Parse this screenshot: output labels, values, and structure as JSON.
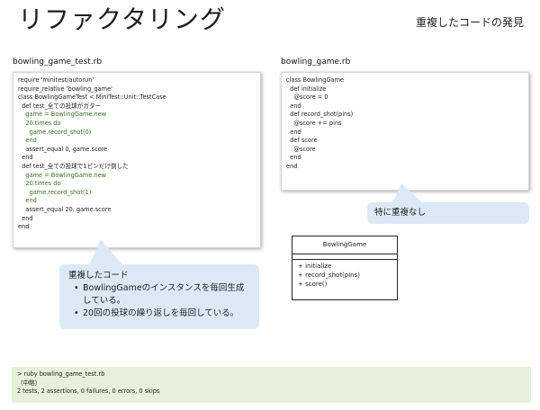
{
  "slide": {
    "title": "リファクタリング",
    "subtitle": "重複したコードの発見"
  },
  "test_file": {
    "filename": "bowling_game_test.rb",
    "lines": [
      "require 'minitest/autorun'",
      "require_relative 'bowling_game'",
      "",
      "class BowlingGameTest < MiniTest::Unit::TestCase",
      "  def test_全ての投球がガター",
      "    game = BowlingGame.new",
      "    20.times do",
      "      game.record_shot(0)",
      "    end",
      "    assert_equal 0, game.score",
      "  end",
      "",
      "  def test_全ての投球で1ピンだけ倒した",
      "    game = BowlingGame.new",
      "    20.times do",
      "      game.record_shot(1)",
      "    end",
      "    assert_equal 20, game.score",
      "  end",
      "end"
    ]
  },
  "impl_file": {
    "filename": "bowling_game.rb",
    "lines": [
      "class BowlingGame",
      "  def initialize",
      "    @score = 0",
      "  end",
      "",
      "  def record_shot(pins)",
      "    @score += pins",
      "  end",
      "",
      "  def score",
      "    @score",
      "  end",
      "end"
    ]
  },
  "callout_duplicate": {
    "title": "重複したコード",
    "bullets": [
      "BowlingGameのインスタンスを毎回生成している。",
      "20回の投球の繰り返しを毎回している。"
    ]
  },
  "callout_none": {
    "text": "特に重複なし"
  },
  "uml": {
    "class_name": "BowlingGame",
    "operations": [
      "+ initialize",
      "+ record_shot(pins)",
      "+ score()"
    ]
  },
  "console": {
    "lines": [
      "> ruby bowling_game_test.rb",
      "（中略）",
      "2 tests, 2 assertions, 0 failures, 0 errors, 0 skips"
    ]
  },
  "colors": {
    "callout_bg": "#dbe9f6",
    "console_bg": "#e6f0da",
    "code_highlight": "#3a6b2a"
  }
}
